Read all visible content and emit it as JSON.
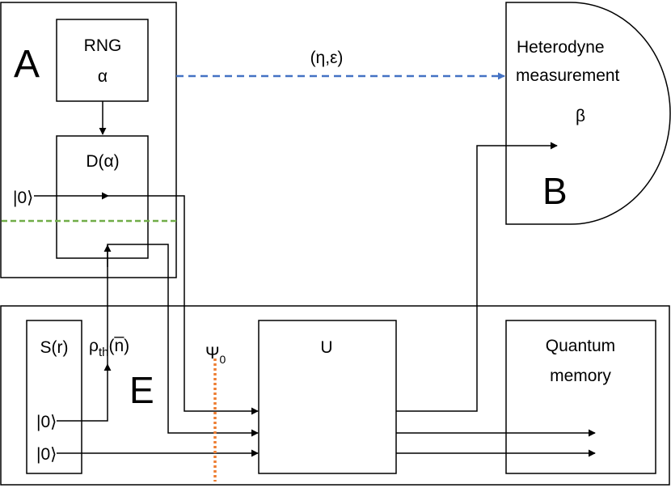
{
  "party_a": {
    "letter": "A"
  },
  "party_b": {
    "letter": "B",
    "title_line1": "Heterodyne",
    "title_line2": "measurement",
    "outcome": "β"
  },
  "party_e": {
    "letter": "E"
  },
  "rng": {
    "label": "RNG",
    "symbol": "α"
  },
  "displacement": {
    "label": "D(α)"
  },
  "squeezer": {
    "label": "S(r)"
  },
  "unitary": {
    "label": "U"
  },
  "memory": {
    "line1": "Quantum",
    "line2": "memory"
  },
  "vacuum": {
    "label": "|0⟩"
  },
  "thermal": {
    "rho": "ρ",
    "sub": "th",
    "arg": "(n̅)"
  },
  "psi": {
    "symbol": "Ψ",
    "sub": "0"
  },
  "classical": {
    "label": "(η,ε)"
  },
  "colors": {
    "classical_link": "#4472c4",
    "split_line": "#70ad47",
    "psi_line": "#ed7d31"
  }
}
